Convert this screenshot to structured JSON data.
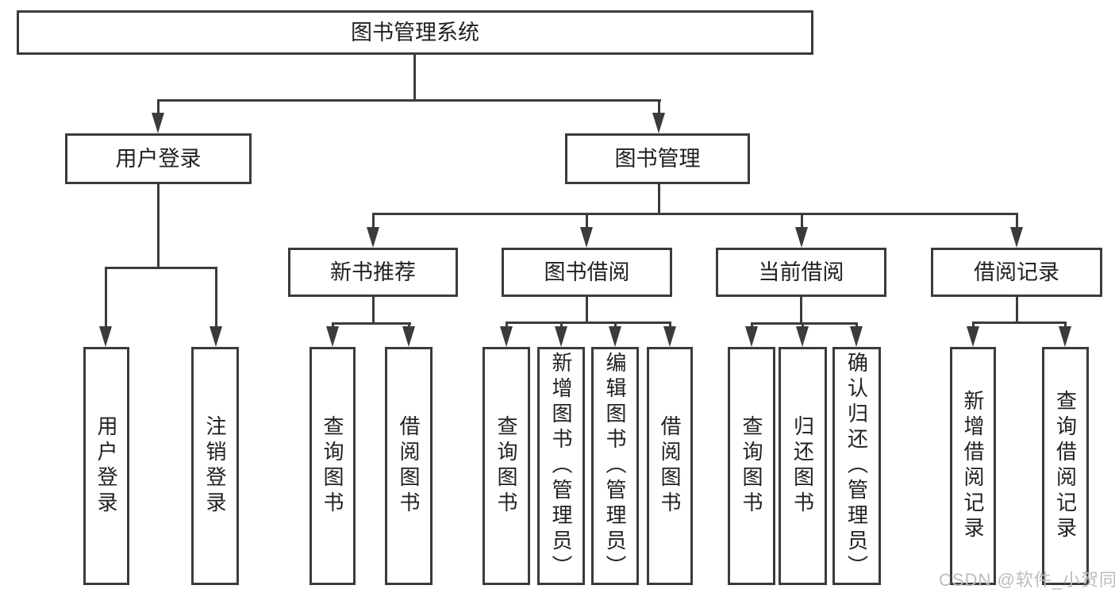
{
  "diagram": {
    "title_node": {
      "label": "图书管理系统"
    },
    "level2": [
      {
        "label": "用户登录"
      },
      {
        "label": "图书管理"
      }
    ],
    "level3": [
      {
        "label": "新书推荐"
      },
      {
        "label": "图书借阅"
      },
      {
        "label": "当前借阅"
      },
      {
        "label": "借阅记录"
      }
    ],
    "leaves": {
      "login": [
        {
          "label": "用户登录"
        },
        {
          "label": "注销登录"
        }
      ],
      "newbook": [
        {
          "label": "查询图书"
        },
        {
          "label": "借阅图书"
        }
      ],
      "borrow": [
        {
          "label": "查询图书"
        },
        {
          "label": "新增图书（管理员）"
        },
        {
          "label": "编辑图书（管理员）"
        },
        {
          "label": "借阅图书"
        }
      ],
      "current": [
        {
          "label": "查询图书"
        },
        {
          "label": "归还图书"
        },
        {
          "label": "确认归还（管理员）"
        }
      ],
      "records": [
        {
          "label": "新增借阅记录"
        },
        {
          "label": "查询借阅记录"
        }
      ]
    },
    "watermark": "CSDN @软件_小贺同学",
    "colors": {
      "line": "#3b3b3b",
      "text": "#212121",
      "box_background": "#ffffff",
      "watermark": "#b9bdc4"
    }
  }
}
